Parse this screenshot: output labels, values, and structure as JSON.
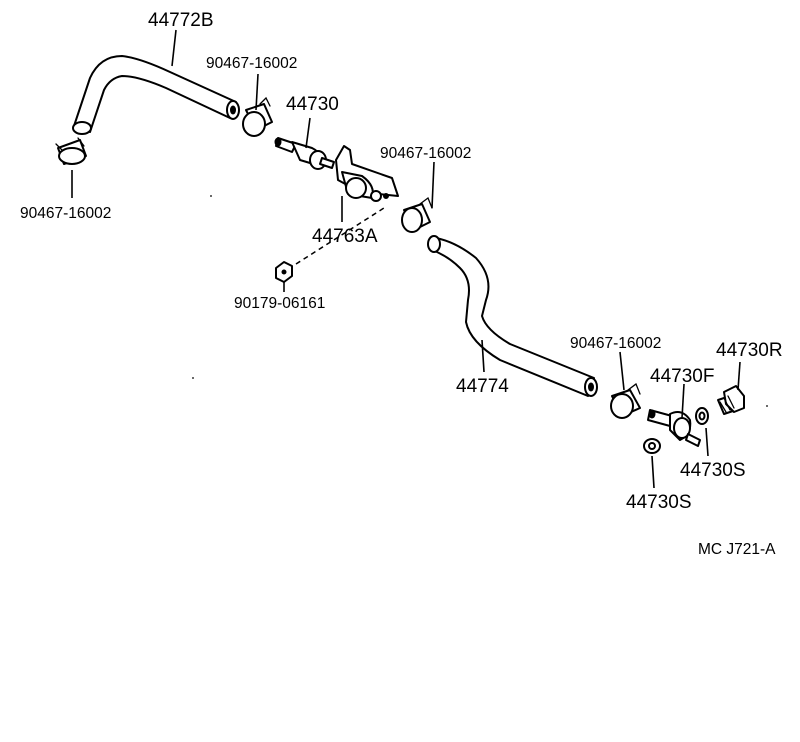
{
  "diagram": {
    "drawing_code": "MC J721-A",
    "labels": {
      "hose_upper": "44772B",
      "clamp_left": "90467-16002",
      "clamp_upper": "90467-16002",
      "valve": "44730",
      "clamp_middle": "90467-16002",
      "bracket_valve": "44763A",
      "nut": "90179-06161",
      "hose_lower": "44774",
      "clamp_lower": "90467-16002",
      "union_bolt": "44730R",
      "union_fitting": "44730F",
      "gasket_right": "44730S",
      "gasket_lower": "44730S"
    }
  }
}
